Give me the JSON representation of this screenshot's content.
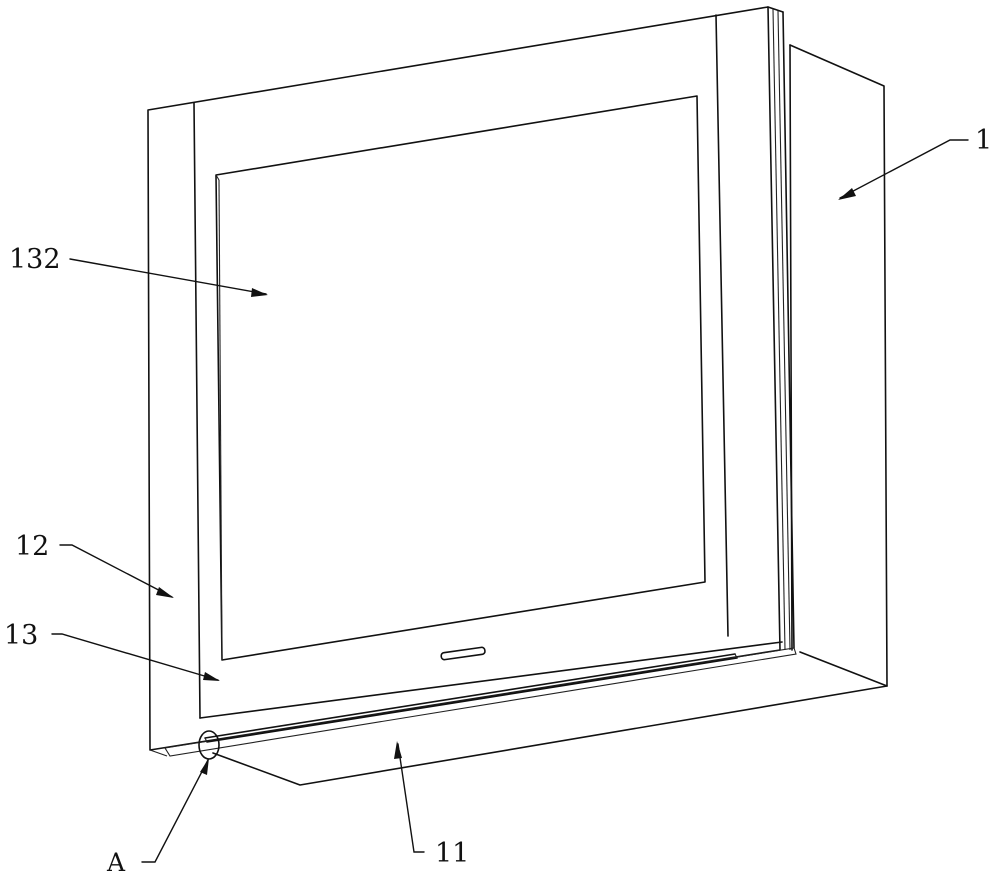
{
  "labels": {
    "housing": "1",
    "screen": "132",
    "side_frame": "12",
    "door_panel": "13",
    "bottom_tray": "11",
    "detail": "A"
  }
}
